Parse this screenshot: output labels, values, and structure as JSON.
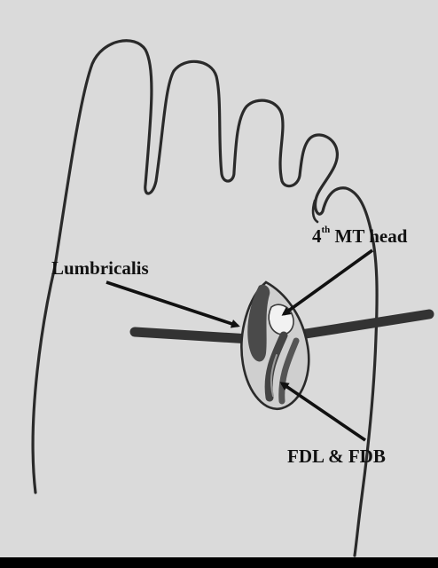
{
  "labels": {
    "lumbricalis": "Lumbricalis",
    "mt_head_number": "4",
    "mt_head_superscript": "th",
    "mt_head_text": " MT head",
    "tendons": "FDL & FDB"
  },
  "colors": {
    "background": "#dadada",
    "outer_frame": "#000000",
    "outline": "#2a2a2a",
    "retractor": "#333333",
    "tissue": "#4a4a4a",
    "text": "#111111"
  }
}
